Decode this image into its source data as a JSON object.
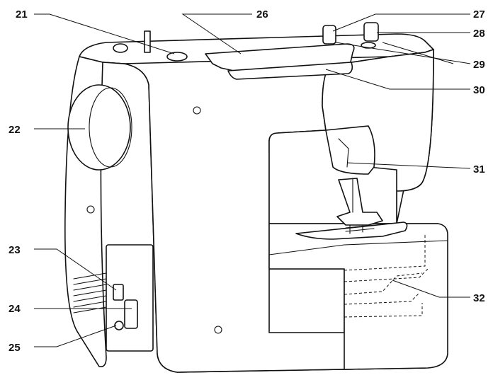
{
  "diagram": {
    "callouts": [
      {
        "id": "c21",
        "label": "21"
      },
      {
        "id": "c22",
        "label": "22"
      },
      {
        "id": "c23",
        "label": "23"
      },
      {
        "id": "c24",
        "label": "24"
      },
      {
        "id": "c25",
        "label": "25"
      },
      {
        "id": "c26",
        "label": "26"
      },
      {
        "id": "c27",
        "label": "27"
      },
      {
        "id": "c28",
        "label": "28"
      },
      {
        "id": "c29",
        "label": "29"
      },
      {
        "id": "c30",
        "label": "30"
      },
      {
        "id": "c31",
        "label": "31"
      },
      {
        "id": "c32",
        "label": "32"
      }
    ]
  }
}
